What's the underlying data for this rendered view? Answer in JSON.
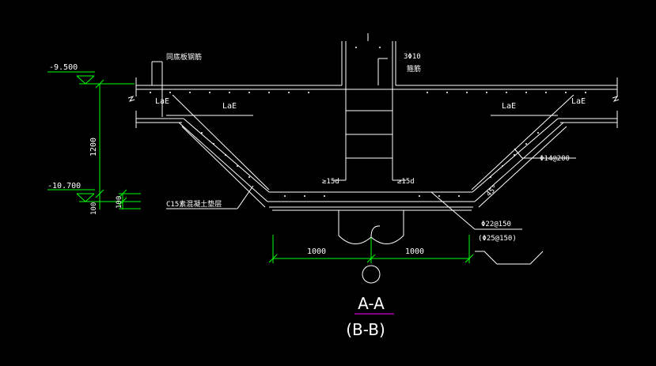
{
  "colors": {
    "background": "#000000",
    "line": "#ffffff",
    "dimension": "#00ff00",
    "title_underline": "#ff00ff"
  },
  "labels": {
    "elev_top": "-9.500",
    "elev_bottom": "-10.700",
    "dim_1200": "1200",
    "dim_100_a": "100",
    "dim_100_b": "100",
    "top_note": "同底板钢筋",
    "col_rebar": "3Φ10",
    "col_rebar_sub": "箍筋",
    "lae_1": "LaE",
    "lae_2": "LaE",
    "lae_3": "LaE",
    "lae_4": "LaE",
    "ge15d_1": "≥15d",
    "ge15d_2": "≥15d",
    "concrete_note": "C15素混凝土垫层",
    "rebar_phi14": "Φ14@200",
    "angle_45": "45°",
    "rebar_phi22": "Φ22@150",
    "rebar_phi25": "(Φ25@150)",
    "dim_1000_left": "1000",
    "dim_1000_right": "1000",
    "section_main": "A-A",
    "section_alt": "(B-B)"
  }
}
